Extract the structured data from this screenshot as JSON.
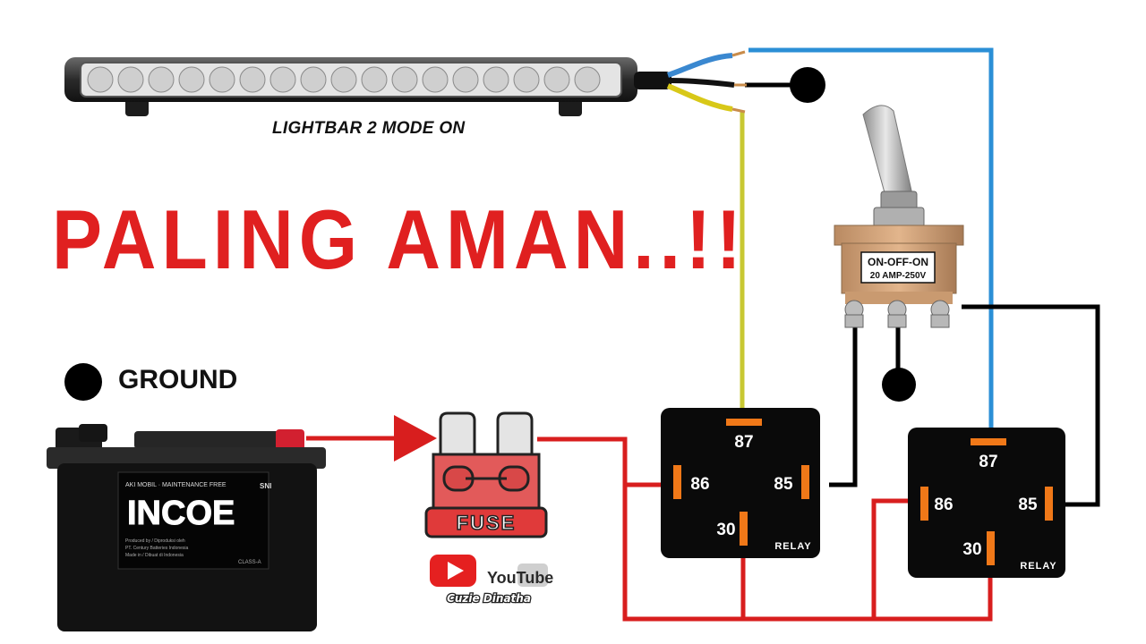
{
  "lightbar": {
    "caption": "LIGHTBAR 2 MODE ON"
  },
  "headline": "PALING AMAN..!!",
  "ground_legend": "GROUND",
  "battery": {
    "brand": "INCOE",
    "subtitle": "AKI MOBIL · MAINTENANCE FREE",
    "sni": "SNI",
    "fine_print_1": "Produced by / Diproduksi oleh",
    "fine_print_2": "PT. Century Batteries Indonesia",
    "fine_print_3": "Made in / Dibuat di Indonesia",
    "class": "CLASS-A"
  },
  "fuse": {
    "label": "FUSE"
  },
  "switch": {
    "line1": "ON-OFF-ON",
    "line2": "20 AMP-250V"
  },
  "relay1": {
    "p87": "87",
    "p86": "86",
    "p85": "85",
    "p30": "30",
    "label": "RELAY"
  },
  "relay2": {
    "p87": "87",
    "p86": "86",
    "p85": "85",
    "p30": "30",
    "label": "RELAY"
  },
  "watermark": {
    "youtube": "YouTube",
    "channel": "Cuzie Dinatha"
  },
  "colors": {
    "red_wire": "#d81e1e",
    "black_wire": "#000000",
    "blue_wire": "#2b8fd6",
    "yellow_wire": "#c8c832",
    "headline": "#e02020",
    "relay_pin": "#f07818"
  }
}
